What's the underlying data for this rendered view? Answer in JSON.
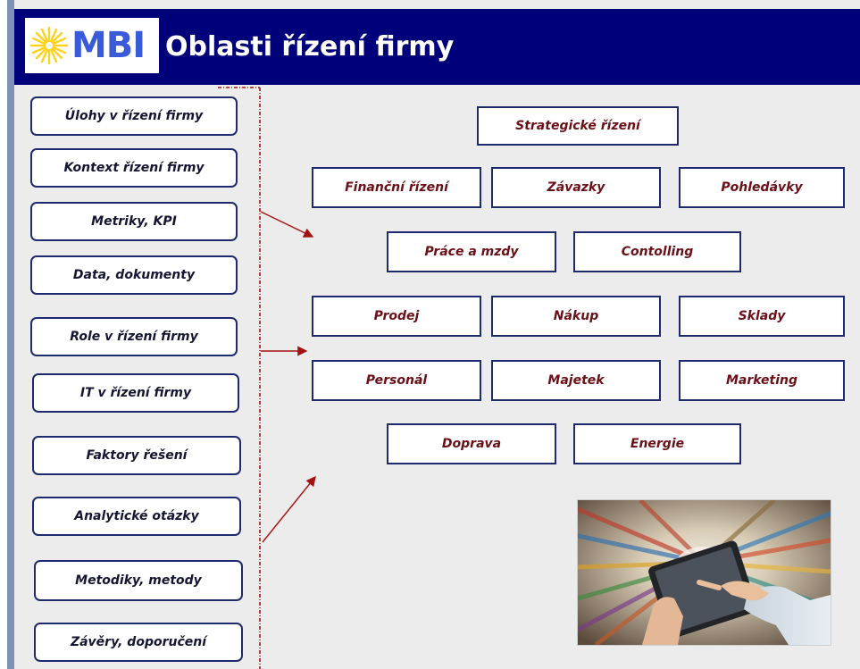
{
  "header": {
    "logo_text": "MBI",
    "title": "Oblasti řízení firmy",
    "header_color": "#00007a",
    "logo_color": "#3a5bd8",
    "star_color": "#ffd21f"
  },
  "sidebar": {
    "items": [
      {
        "label": "Úlohy v řízení firmy"
      },
      {
        "label": "Kontext řízení firmy"
      },
      {
        "label": "Metriky, KPI"
      },
      {
        "label": "Data, dokumenty"
      },
      {
        "label": "Role v řízení firmy"
      },
      {
        "label": "IT v řízení firmy"
      },
      {
        "label": "Faktory řešení"
      },
      {
        "label": "Analytické otázky"
      },
      {
        "label": "Metodiky, metody"
      },
      {
        "label": "Závěry, doporučení"
      }
    ]
  },
  "areas": {
    "strategic": "Strategické řízení",
    "finance": "Finanční řízení",
    "liabilities": "Závazky",
    "receivables": "Pohledávky",
    "payroll": "Práce a mzdy",
    "controlling": "Contolling",
    "sales": "Prodej",
    "purchasing": "Nákup",
    "warehouses": "Sklady",
    "personnel": "Personál",
    "assets": "Majetek",
    "marketing": "Marketing",
    "transport": "Doprava",
    "energy": "Energie"
  },
  "colors": {
    "area_text": "#6b0f16",
    "border": "#1d2a6d",
    "arrow": "#a31212",
    "background": "#ececec"
  },
  "image": {
    "icon": "tablet-shopping-photo"
  }
}
